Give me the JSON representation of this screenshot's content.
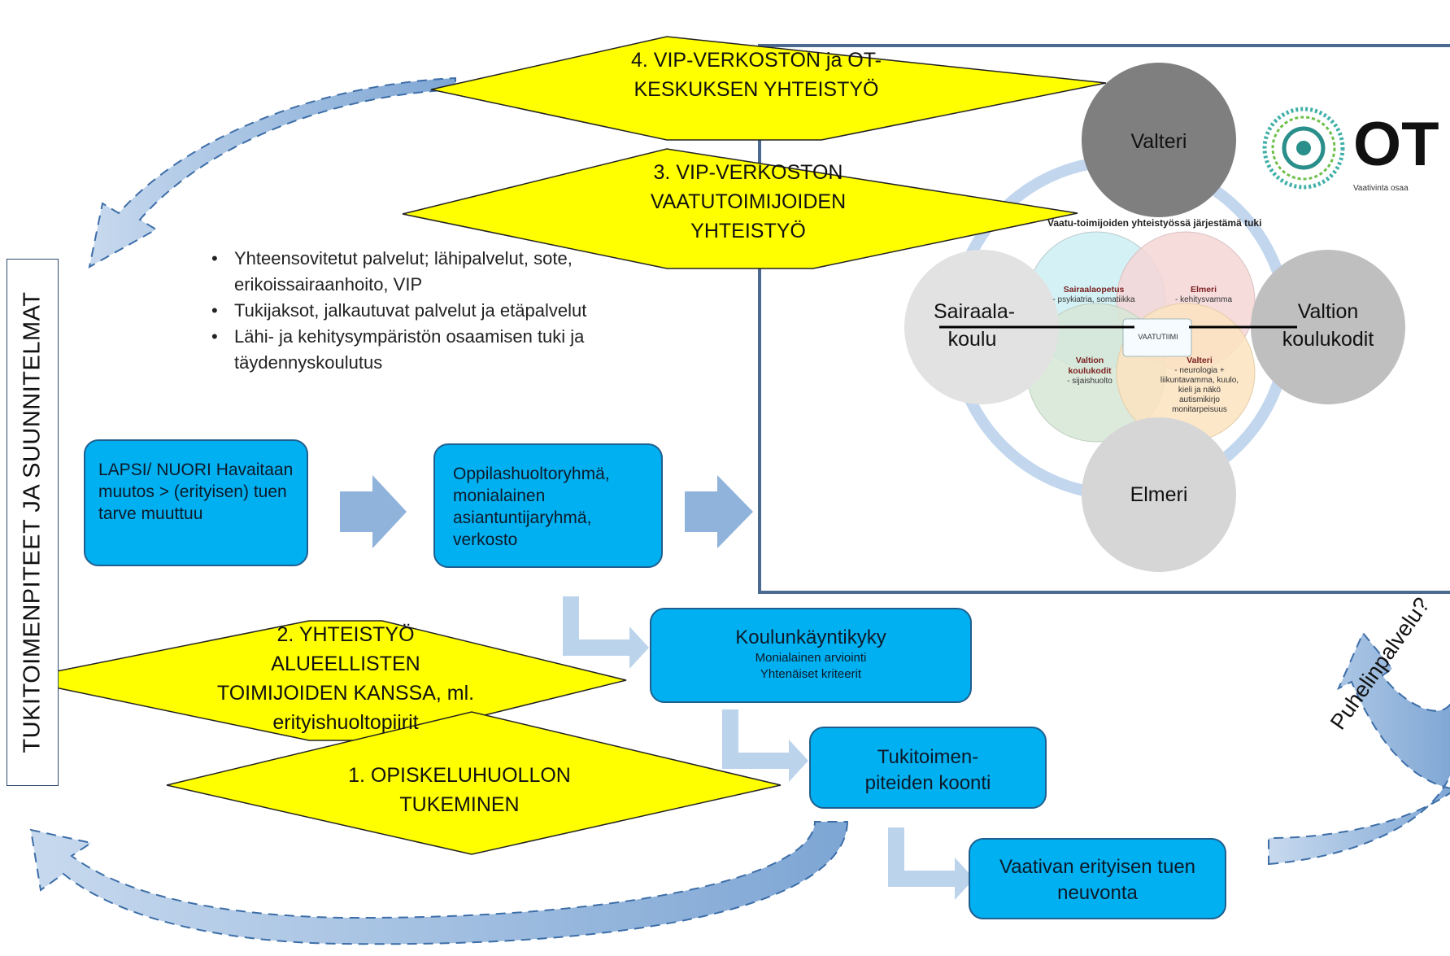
{
  "side_label": "TUKITOIMENPITEET JA SUUNNITELMAT",
  "diamonds": {
    "d4": "4. VIP-VERKOSTON ja OT-KESKUKSEN YHTEISTYÖ",
    "d3": "3. VIP-VERKOSTON VAATUTOIMIJOIDEN YHTEISTYÖ",
    "d2": "2. YHTEISTYÖ ALUEELLISTEN TOIMIJOIDEN KANSSA, ml. erityishuoltopiirit",
    "d1": "1. OPISKELUHUOLLON TUKEMINEN"
  },
  "bullets": [
    "Yhteensovitetut palvelut; lähipalvelut, sote, erikoissairaanhoito,  VIP",
    "Tukijaksot, jalkautuvat palvelut ja etäpalvelut",
    "Lähi- ja kehitysympäristön osaamisen tuki ja täydennyskoulutus"
  ],
  "boxes": {
    "child": "LAPSI/ NUORI Havaitaan muutos > (erityisen) tuen tarve muuttuu",
    "group": "Oppilashuoltoryhmä, monialainen asiantuntijaryhmä, verkosto",
    "school_title": "Koulunkäyntikyky",
    "school_sub1": "Monialainen arviointi",
    "school_sub2": "Yhtenäiset kriteerit",
    "support": "Tukitoimen-piteiden koonti",
    "advice": "Vaativan erityisen tuen neuvonta"
  },
  "circles": {
    "top": "Valteri",
    "left": "Sairaala-koulu",
    "right": "Valtion koulukodit",
    "bottom": "Elmeri"
  },
  "venn": {
    "title": "Vaatu-toimijoiden yhteistyössä järjestämä tuki",
    "center": "VAATUTIIMI",
    "q1_title": "Sairaalaopetus",
    "q1_text": "- psykiatria, somatiikka",
    "q2_title": "Elmeri",
    "q2_text": "- kehitysvamma",
    "q3_title": "Valtion koulukodit",
    "q3_text": "- sijaishuolto",
    "q4_title": "Valteri",
    "q4_text": "- neurologia + liikuntavamma, kuulo, kieli ja näkö autismikirjo monitarpeisuus"
  },
  "ot": {
    "text": "OT",
    "sub": "Vaativinta osaa"
  },
  "phone_label": "Puhelinpalvelu?",
  "colors": {
    "diamond": "#ffff00",
    "box": "#00b0f0",
    "arrow": "#8fb3da",
    "frame": "#4a6a8f"
  }
}
